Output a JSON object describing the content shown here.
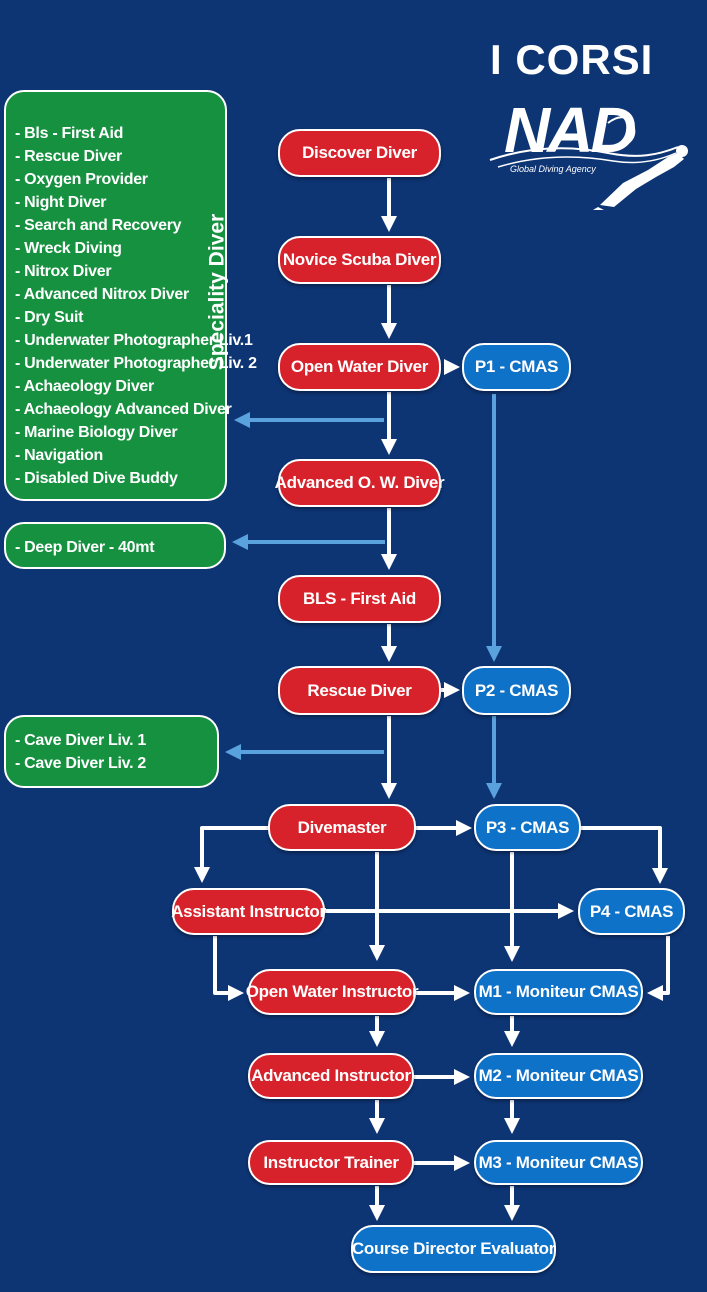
{
  "title": "I CORSI",
  "logo": {
    "name": "NAD",
    "tagline": "Global Diving Agency"
  },
  "colors": {
    "background": "#0d3473",
    "main_course": "#d8222b",
    "cmas_course": "#0f72c9",
    "specialty": "#15913f",
    "arrow": "#ffffff",
    "branch_arrow": "#5aa2dd"
  },
  "specialty": {
    "title": "Speciality Diver",
    "items": [
      "- Bls - First Aid",
      "- Rescue Diver",
      "- Oxygen Provider",
      "- Night Diver",
      "- Search and Recovery",
      "- Wreck Diving",
      "- Nitrox Diver",
      "- Advanced Nitrox Diver",
      "- Dry Suit",
      "- Underwater Photographer Liv.1",
      "- Underwater Photographer Liv. 2",
      "- Achaeology Diver",
      "- Achaeology Advanced Diver",
      "- Marine Biology Diver",
      "- Navigation",
      "- Disabled Dive Buddy"
    ]
  },
  "deep": {
    "items": [
      "- Deep Diver  - 40mt"
    ]
  },
  "cave": {
    "items": [
      "- Cave Diver Liv. 1",
      "- Cave Diver Liv. 2"
    ]
  },
  "courses": {
    "discover": "Discover Diver",
    "novice": "Novice Scuba Diver",
    "open_water": "Open Water Diver",
    "advanced_ow": "Advanced O. W. Diver",
    "bls": "BLS - First Aid",
    "rescue": "Rescue Diver",
    "divemaster": "Divemaster",
    "assistant": "Assistant Instructor",
    "owi": "Open Water Instructor",
    "adv_instructor": "Advanced Instructor",
    "trainer": "Instructor Trainer",
    "cde": "Course Director Evaluator"
  },
  "cmas": {
    "p1": "P1 - CMAS",
    "p2": "P2 - CMAS",
    "p3": "P3 - CMAS",
    "p4": "P4 - CMAS",
    "m1": "M1 - Moniteur CMAS",
    "m2": "M2 - Moniteur CMAS",
    "m3": "M3 - Moniteur CMAS"
  }
}
